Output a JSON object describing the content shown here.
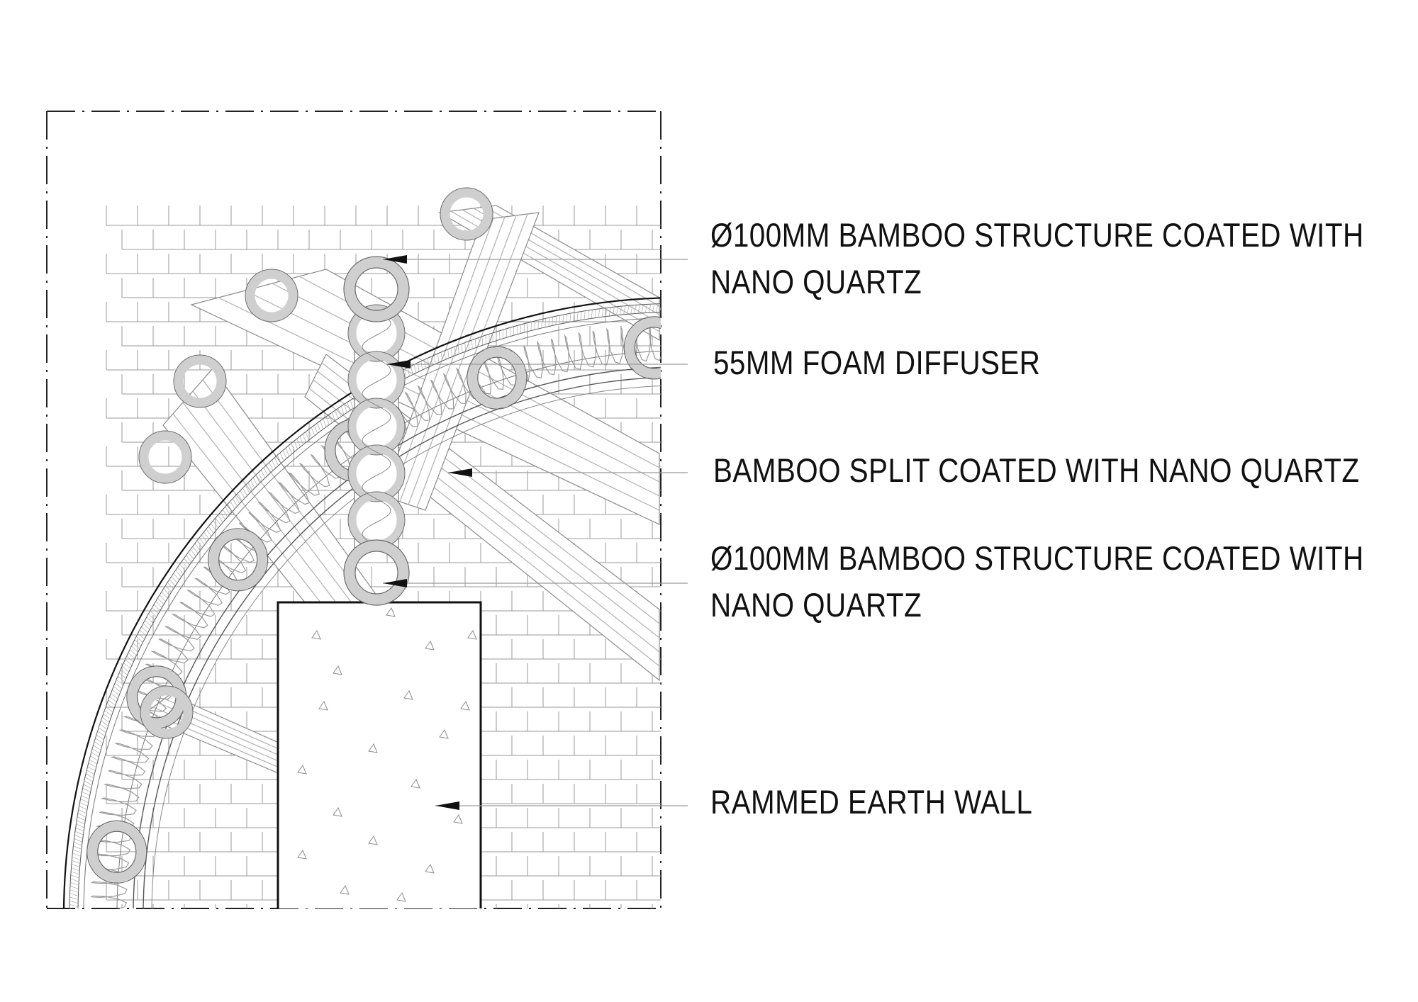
{
  "labels": {
    "outer_bamboo": {
      "line1": "Ø100MM BAMBOO STRUCTURE COATED WITH",
      "line2": "NANO QUARTZ"
    },
    "foam_diffuser": "55MM FOAM DIFFUSER",
    "bamboo_split": "BAMBOO SPLIT COATED WITH NANO QUARTZ",
    "lower_bamboo": {
      "line1": "Ø100MM BAMBOO STRUCTURE COATED WITH",
      "line2": "NANO QUARTZ"
    },
    "rammed_earth": "RAMMED EARTH WALL"
  },
  "colors": {
    "line": "#111111",
    "light_line": "#8c8c8c",
    "bamboo_fill": "#cfcfcf",
    "bamboo_stroke": "#6a6a6a"
  }
}
